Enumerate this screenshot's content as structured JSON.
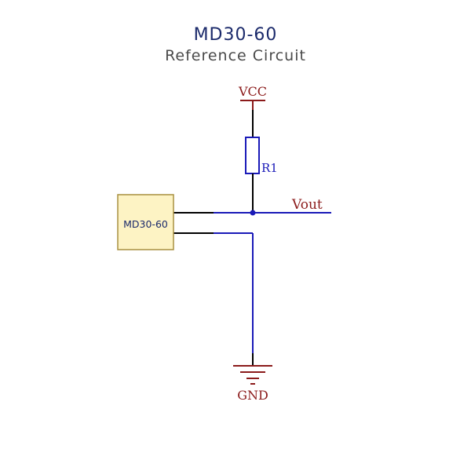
{
  "title": {
    "main": "MD30-60",
    "sub": "Reference Circuit"
  },
  "schematic": {
    "supply_label": "VCC",
    "resistor_label": "R1",
    "output_label": "Vout",
    "ground_label": "GND",
    "component_label": "MD30-60"
  },
  "colors": {
    "wire": "#1a1ab8",
    "power": "#8b1a1a",
    "lead": "#000000",
    "title": "#1b2a6b",
    "subtitle": "#4a4a4a",
    "component_fill": "#fdf3c4",
    "component_border": "#a89040"
  }
}
